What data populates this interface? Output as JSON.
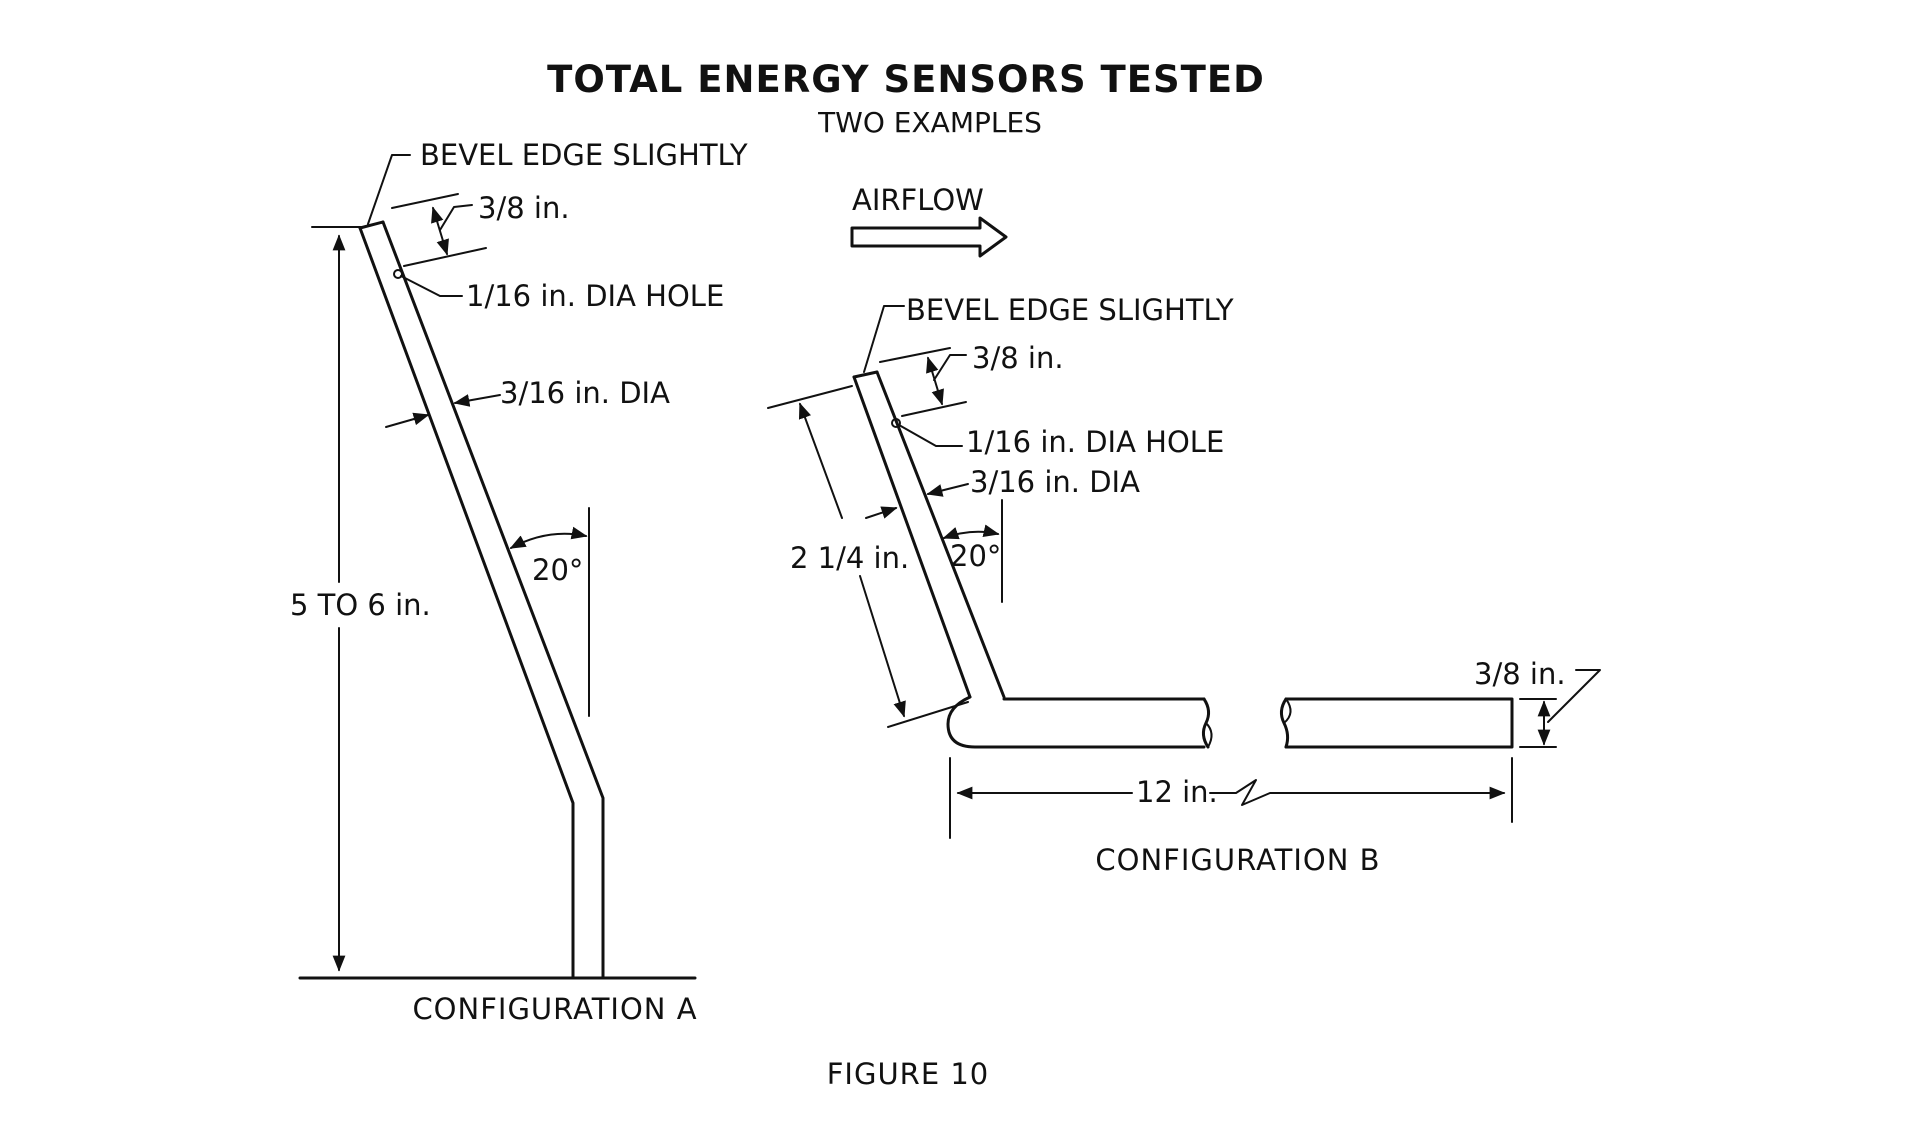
{
  "title": "TOTAL ENERGY SENSORS TESTED",
  "subtitle": "TWO EXAMPLES",
  "airflow_label": "AIRFLOW",
  "config_a": {
    "bevel_label": "BEVEL EDGE SLIGHTLY",
    "hole_offset_label": "3/8 in.",
    "hole_label": "1/16 in. DIA HOLE",
    "tube_dia_label": "3/16 in. DIA",
    "angle_label": "20°",
    "height_label": "5 TO 6 in.",
    "caption": "CONFIGURATION A"
  },
  "config_b": {
    "bevel_label": "BEVEL EDGE SLIGHTLY",
    "hole_offset_label": "3/8 in.",
    "hole_label": "1/16 in. DIA HOLE",
    "tube_dia_label": "3/16 in. DIA",
    "angle_label": "20°",
    "leg_length_label": "2 1/4 in.",
    "base_dia_label": "3/8 in.",
    "base_length_label": "12 in.",
    "caption": "CONFIGURATION B"
  },
  "figure_label": "FIGURE 10"
}
